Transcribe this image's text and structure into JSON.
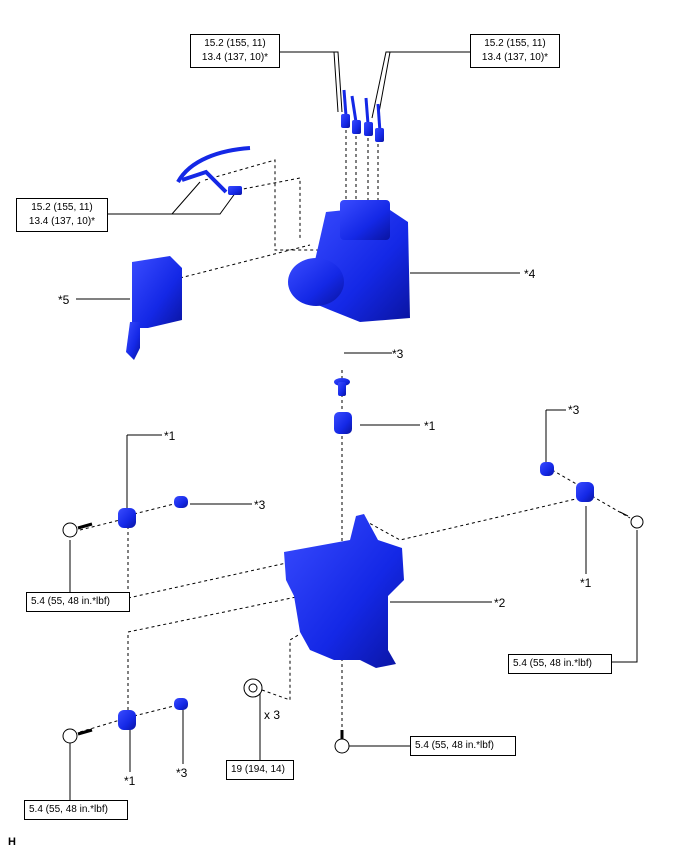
{
  "torque_specs": {
    "tube_top_left": {
      "line1": "15.2 (155, 11)",
      "line2": "13.4 (137, 10)*"
    },
    "tube_top_right": {
      "line1": "15.2 (155, 11)",
      "line2": "13.4 (137, 10)*"
    },
    "tube_left": {
      "line1": "15.2 (155, 11)",
      "line2": "13.4 (137, 10)*"
    },
    "bolt_upper_left": "5.4 (55, 48 in.*lbf)",
    "bolt_right": "5.4 (55, 48 in.*lbf)",
    "bolt_bottom_center": "5.4 (55, 48 in.*lbf)",
    "bolt_lower_left": "5.4 (55, 48 in.*lbf)",
    "nut": "19 (194, 14)"
  },
  "part_labels": {
    "ref3_top": "*3",
    "ref1_top": "*1",
    "ref3_right": "*3",
    "ref1_right": "*1",
    "ref1_upper_left": "*1",
    "ref3_upper_left": "*3",
    "ref1_lower_left": "*1",
    "ref3_lower_left": "*3",
    "ref2": "*2",
    "ref4": "*4",
    "ref5": "*5"
  },
  "quantity": "x 3",
  "figure_code": "H",
  "colors": {
    "part": "#1428e6",
    "part_dark": "#0a14a0",
    "line": "#000000"
  }
}
